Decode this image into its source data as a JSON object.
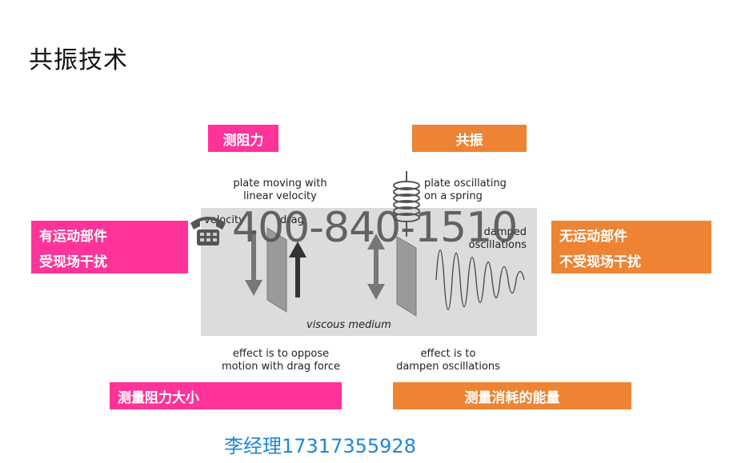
{
  "title": "共振技术",
  "tags": {
    "drag_label": "测阻力",
    "resonance_label": "共振",
    "measure_drag": "测量阻力大小",
    "measure_energy": "测量消耗的能量"
  },
  "left_box": {
    "line1": "有运动部件",
    "line2": "受现场干扰"
  },
  "right_box": {
    "line1": "无运动部件",
    "line2": "不受现场干扰"
  },
  "diagram": {
    "left_top": {
      "line1": "plate moving with",
      "line2": "linear velocity"
    },
    "right_top": {
      "line1": "plate oscillating",
      "line2": "on a spring"
    },
    "velocity_label": "velocity",
    "drag_label": "drag",
    "damped_label": {
      "line1": "damped",
      "line2": "oscillations"
    },
    "medium_label": "viscous medium",
    "left_bottom": {
      "line1": "effect is to oppose",
      "line2": "motion with drag force"
    },
    "right_bottom": {
      "line1": "effect is to",
      "line2": "dampen oscillations"
    }
  },
  "watermark_phone": "400-840-1510",
  "contact": "李经理17317355928",
  "colors": {
    "pink": "#ff3399",
    "orange": "#ee8433",
    "contact_blue": "#1f86d8"
  }
}
